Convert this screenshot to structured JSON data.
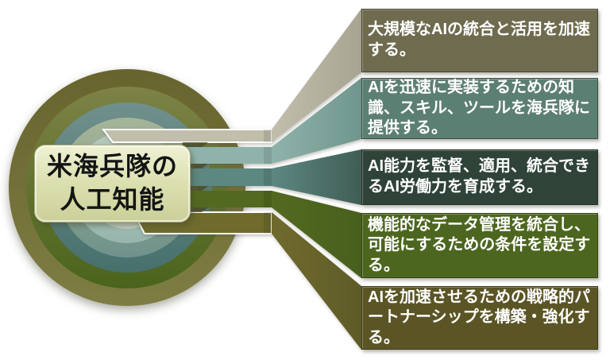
{
  "center": {
    "label": "米海兵隊の\n人工知能",
    "bg_top": "#eff1d4",
    "bg_bottom": "#cbd099",
    "text_color": "#141414"
  },
  "rings": [
    {
      "name": "ring-outer-olive",
      "top": "#67642d",
      "bottom": "#7e7d44"
    },
    {
      "name": "ring-green",
      "top": "#7d8246",
      "bottom": "#4a641c"
    },
    {
      "name": "ring-teal",
      "top": "#70908c",
      "bottom": "#47706d"
    },
    {
      "name": "ring-sage",
      "top": "#a6b598",
      "bottom": "#6f928b"
    },
    {
      "name": "ring-light-teal",
      "top": "#b5c8bb",
      "bottom": "#98b6ae"
    },
    {
      "name": "ring-center",
      "top": "#d6dcc6",
      "bottom": "#c2cfc2"
    }
  ],
  "items": [
    {
      "text": "大規模なAIの統合と活用を加速する。",
      "box_color": "#6f6b4e",
      "band_color": "#c2beac",
      "fan_dark": "#a8a492"
    },
    {
      "text": "AIを迅速に実装するための知識、スキル、ツールを海兵隊に提供する。",
      "box_color": "#5c7f73",
      "band_color": "#8fb3ab",
      "fan_dark": "#6f968d"
    },
    {
      "text": "AI能力を監督、適用、統合できるAI労働力を育成する。",
      "box_color": "#2f4339",
      "band_color": "#5d8781",
      "fan_dark": "#3f5e55"
    },
    {
      "text": "機能的なデータ管理を統合し、可能にするための条件を設定する。",
      "box_color": "#4c661f",
      "band_color": "#53691f",
      "fan_dark": "#47601d"
    },
    {
      "text": "AIを加速させるための戦略的パートナーシップを構築・強化する。",
      "box_color": "#5b5526",
      "band_color": "#6f6b2d",
      "fan_dark": "#5f5b28"
    }
  ],
  "box_text_color": "#ffffff"
}
